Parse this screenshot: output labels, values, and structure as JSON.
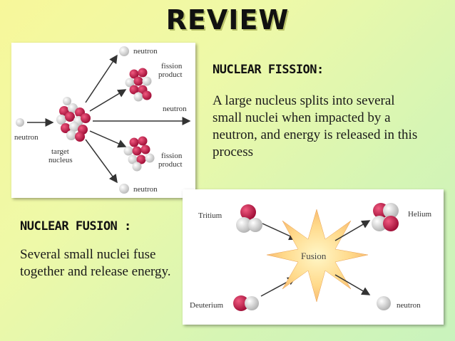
{
  "slide": {
    "title": "REVIEW",
    "fission": {
      "heading": "NUCLEAR FISSION:",
      "text": "A large nucleus splits into several small nuclei when impacted by a neutron, and energy is released in this process"
    },
    "fusion": {
      "heading": "NUCLEAR FUSION :",
      "text": "Several small nuclei fuse together and release energy."
    }
  },
  "fission_diagram": {
    "labels": {
      "neutron_top": "neutron",
      "fission_product_top_1": "fission",
      "fission_product_top_2": "product",
      "neutron_mid": "neutron",
      "neutron_left": "neutron",
      "target_1": "target",
      "target_2": "nucleus",
      "fission_product_bot_1": "fission",
      "fission_product_bot_2": "product",
      "neutron_bottom": "neutron"
    }
  },
  "fusion_diagram": {
    "labels": {
      "tritium": "Tritium",
      "helium": "Helium",
      "fusion": "Fusion",
      "deuterium": "Deuterium",
      "neutron": "neutron"
    }
  },
  "colors": {
    "proton": "#c8154a",
    "neutron_particle": "#f2f2f2",
    "arrow": "#333333"
  }
}
